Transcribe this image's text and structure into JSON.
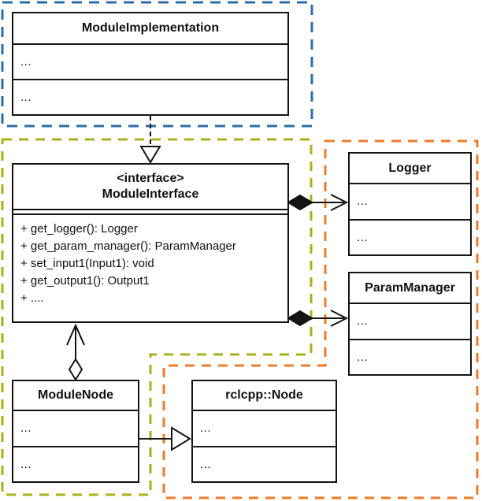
{
  "diagram": {
    "kind": "uml-class-diagram",
    "colors": {
      "blue_dashed": "#2d6ca8",
      "green_dashed": "#a9b118",
      "orange_dashed": "#ee7b28",
      "line": "#141414"
    },
    "classes": {
      "module_implementation": {
        "name": "ModuleImplementation",
        "rows": [
          "...",
          "..."
        ]
      },
      "module_interface": {
        "stereotype": "<interface>",
        "name": "ModuleInterface",
        "methods": [
          "+ get_logger(): Logger",
          "+ get_param_manager(): ParamManager",
          "+ set_input1(Input1): void",
          "+ get_output1(): Output1",
          "+ ...."
        ]
      },
      "logger": {
        "name": "Logger",
        "rows": [
          "...",
          "..."
        ]
      },
      "param_manager": {
        "name": "ParamManager",
        "rows": [
          "...",
          "..."
        ]
      },
      "module_node": {
        "name": "ModuleNode",
        "rows": [
          "...",
          "..."
        ]
      },
      "rclcpp_node": {
        "name": "rclcpp::Node",
        "rows": [
          "...",
          "..."
        ]
      }
    }
  }
}
